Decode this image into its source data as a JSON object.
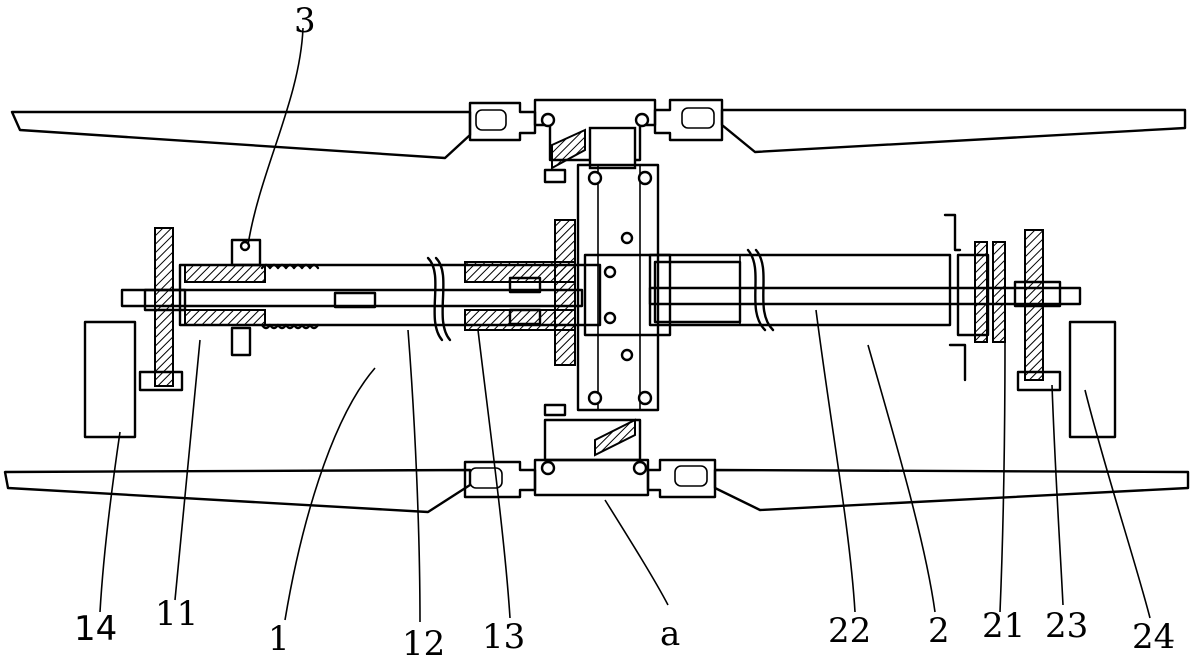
{
  "labels": {
    "l3": "3",
    "l14": "14",
    "l11": "11",
    "l1": "1",
    "l12": "12",
    "l13": "13",
    "la": "a",
    "l22": "22",
    "l2": "2",
    "l21": "21",
    "l23": "23",
    "l24": "24"
  }
}
